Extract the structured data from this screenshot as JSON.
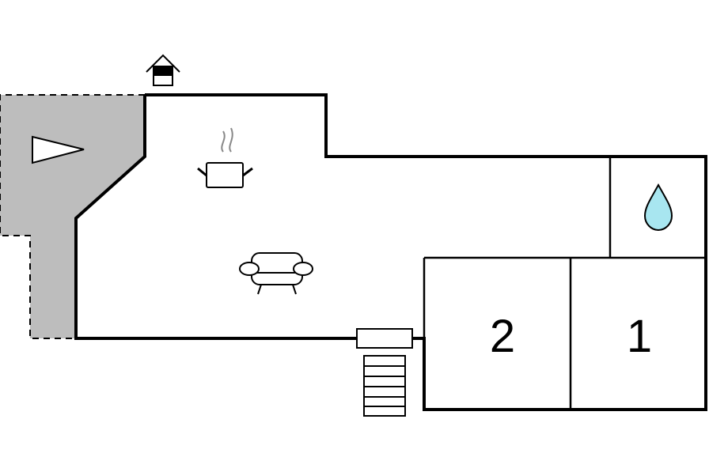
{
  "floorplan": {
    "rooms": [
      {
        "id": "bedroom-2",
        "label": "2"
      },
      {
        "id": "bedroom-1",
        "label": "1"
      }
    ],
    "icons": [
      "terrace-direction-arrow-icon",
      "fireplace-icon",
      "kitchen-pot-icon",
      "sofa-icon",
      "water-drop-icon",
      "entrance-step-icon",
      "stairs-icon"
    ],
    "colors": {
      "wall": "#000000",
      "terrace": "#bdbdbd",
      "water": "#a8e6f0",
      "steam": "#888888",
      "background": "#ffffff"
    }
  }
}
